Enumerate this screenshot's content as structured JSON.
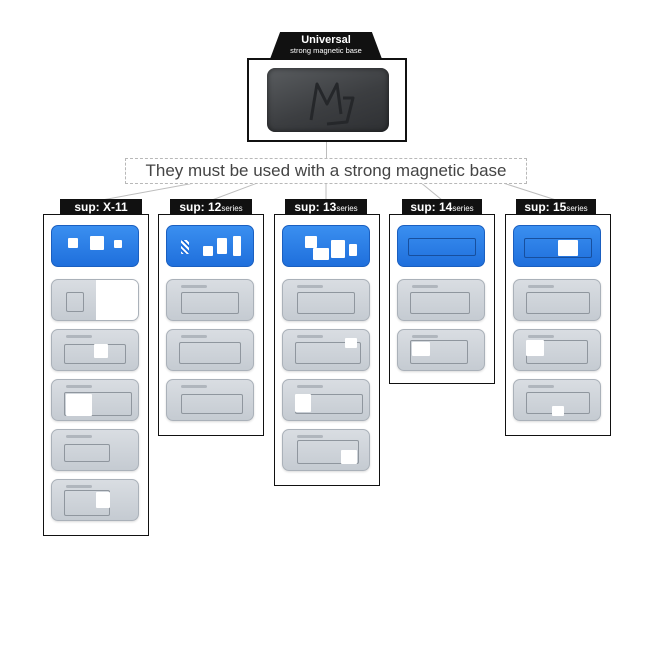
{
  "header": {
    "title": "Universal",
    "subtitle": "strong magnetic base"
  },
  "caption": "They must be used with a strong magnetic base",
  "columns": [
    {
      "prefix": "sup: X-11",
      "number": "",
      "suffix": ""
    },
    {
      "prefix": "sup: ",
      "number": "12",
      "suffix": "series"
    },
    {
      "prefix": "sup: ",
      "number": "13",
      "suffix": "series"
    },
    {
      "prefix": "sup: ",
      "number": "14",
      "suffix": "series"
    },
    {
      "prefix": "sup: ",
      "number": "15",
      "suffix": "series"
    }
  ],
  "colors": {
    "blue_plate": "#1f6fdc",
    "silver_plate": "#cdd2d8",
    "frame": "#111111",
    "base": "#3c3e41"
  },
  "icons": {
    "base_logo": "magnetic-base-logo-icon"
  }
}
